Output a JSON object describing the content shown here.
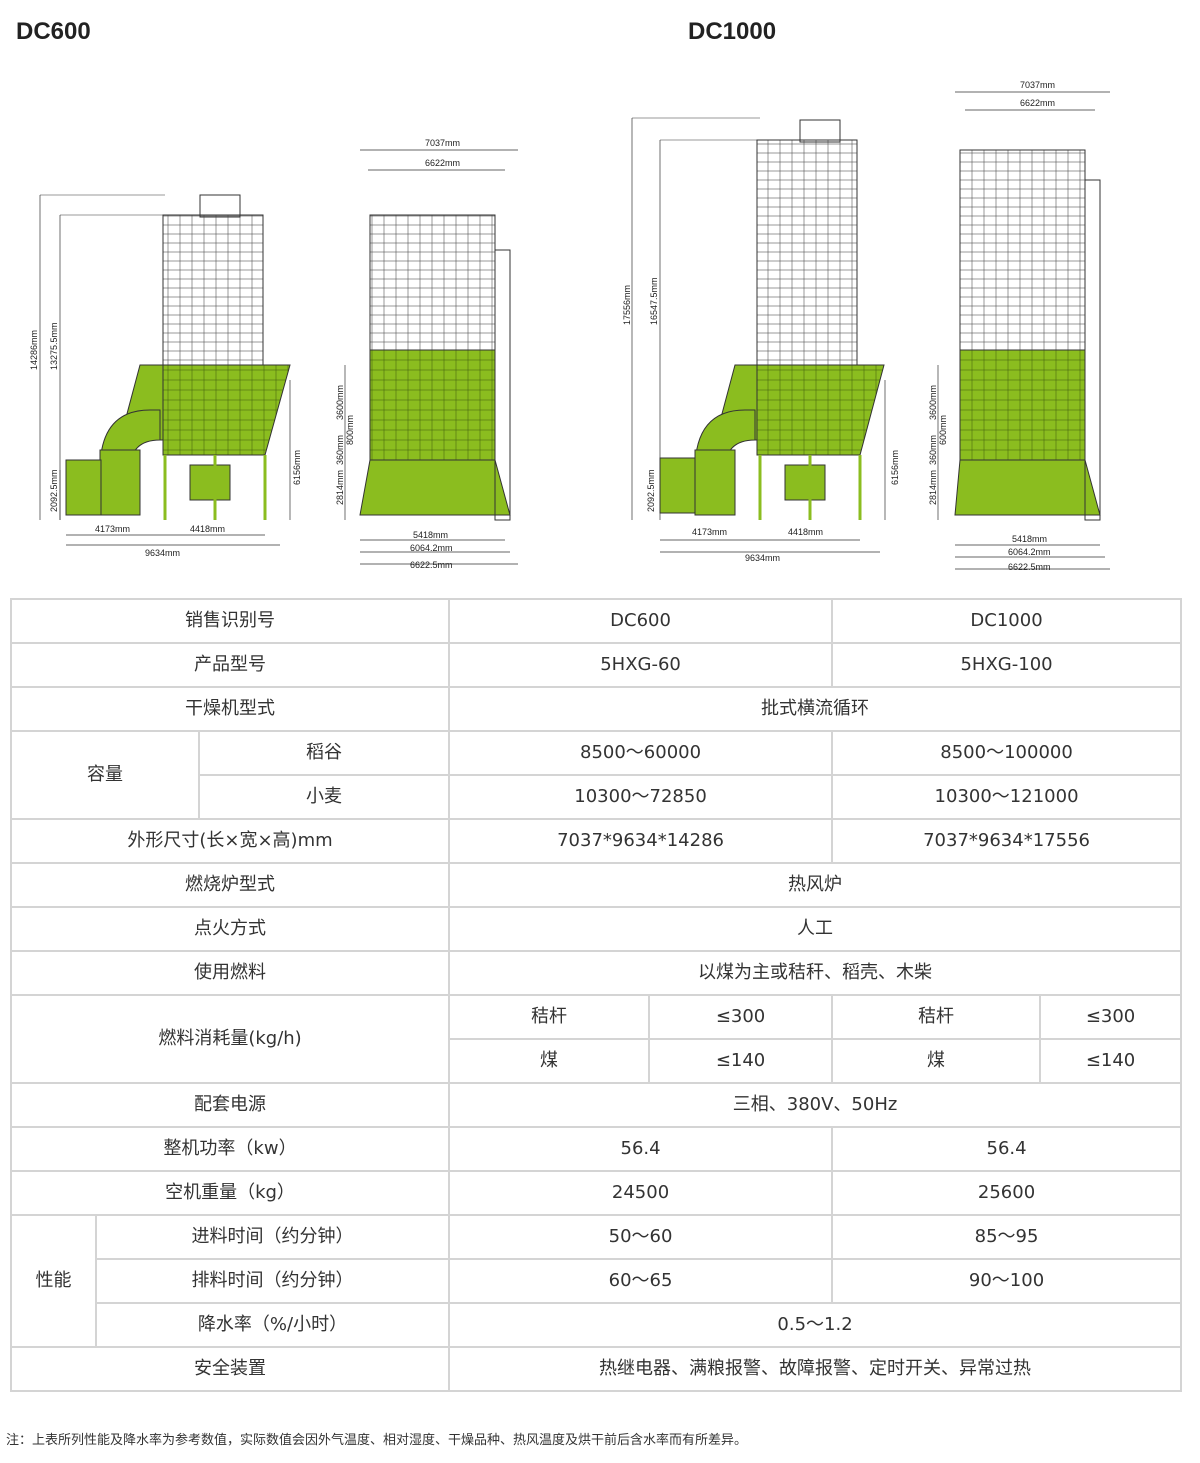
{
  "titles": {
    "left": "DC600",
    "right": "DC1000"
  },
  "drawing": {
    "dc600_side": {
      "height_total": "14286mm",
      "height_body": "13275.5mm",
      "height_base": "6156mm",
      "height_burner": "2092.5mm",
      "width_left": "4173mm",
      "width_right": "4418mm",
      "width_total": "9634mm"
    },
    "dc600_front": {
      "width_top": "7037mm",
      "width_inner": "6622mm",
      "h_lower": "3600mm",
      "h_mid": "800mm",
      "h_a": "360mm",
      "h_base": "2814mm",
      "w1": "5418mm",
      "w2": "6064.2mm",
      "w3": "6622.5mm"
    },
    "dc1000_side": {
      "height_total": "17556mm",
      "height_body": "16547.5mm",
      "height_base": "6156mm",
      "height_burner": "2092.5mm",
      "width_left": "4173mm",
      "width_right": "4418mm",
      "width_total": "9634mm"
    },
    "dc1000_front": {
      "width_top": "7037mm",
      "width_inner": "6622mm",
      "h_lower": "3600mm",
      "h_mid": "600mm",
      "h_a": "360mm",
      "h_base": "2814mm",
      "w1": "5418mm",
      "w2": "6064.2mm",
      "w3": "6622.5mm"
    },
    "colors": {
      "green": "#8bbd1f",
      "line": "#333333"
    }
  },
  "table": {
    "sales_id": {
      "label": "销售识别号",
      "a": "DC600",
      "b": "DC1000"
    },
    "model": {
      "label": "产品型号",
      "a": "5HXG-60",
      "b": "5HXG-100"
    },
    "dryer_type": {
      "label": "干燥机型式",
      "value": "批式横流循环"
    },
    "capacity": {
      "label": "容量",
      "rice": {
        "label": "稻谷",
        "a": "8500～60000",
        "b": "8500～100000"
      },
      "wheat": {
        "label": "小麦",
        "a": "10300～72850",
        "b": "10300～121000"
      }
    },
    "dimensions": {
      "label": "外形尺寸(长×宽×高)mm",
      "a": "7037*9634*14286",
      "b": "7037*9634*17556"
    },
    "furnace": {
      "label": "燃烧炉型式",
      "value": "热风炉"
    },
    "ignition": {
      "label": "点火方式",
      "value": "人工"
    },
    "fuel": {
      "label": "使用燃料",
      "value": "以煤为主或秸秆、稻壳、木柴"
    },
    "consumption": {
      "label": "燃料消耗量(kg/h)",
      "straw": {
        "label": "秸杆",
        "a": "≤300",
        "b": "≤300"
      },
      "coal": {
        "label": "煤",
        "a": "≤140",
        "b": "≤140"
      }
    },
    "power": {
      "label": "配套电源",
      "value": "三相、380V、50Hz"
    },
    "machine_power": {
      "label": "整机功率（kw）",
      "a": "56.4",
      "b": "56.4"
    },
    "weight": {
      "label": "空机重量（kg）",
      "a": "24500",
      "b": "25600"
    },
    "performance": {
      "label": "性能",
      "feed": {
        "label": "进料时间（约分钟）",
        "a": "50～60",
        "b": "85～95"
      },
      "discharge": {
        "label": "排料时间（约分钟）",
        "a": "60～65",
        "b": "90～100"
      },
      "rate": {
        "label": "降水率（%/小时）",
        "value": "0.5～1.2"
      }
    },
    "safety": {
      "label": "安全装置",
      "value": "热继电器、满粮报警、故障报警、定时开关、异常过热"
    }
  },
  "note": "注：上表所列性能及降水率为参考数值，实际数值会因外气温度、相对湿度、干燥品种、热风温度及烘干前后含水率而有所差异。"
}
